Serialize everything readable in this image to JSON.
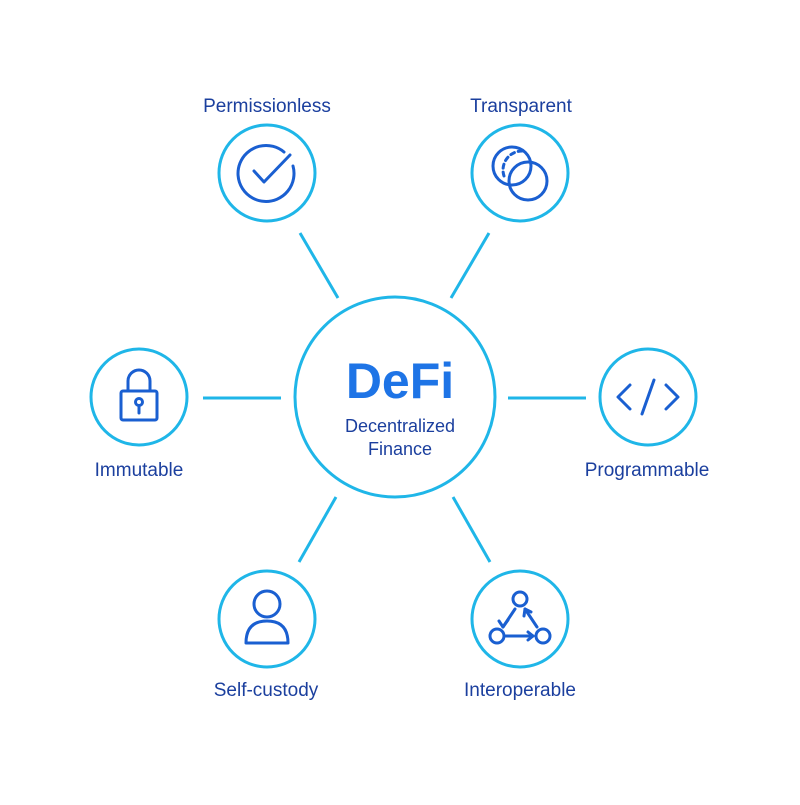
{
  "center": {
    "title": "DeFi",
    "subtitle_line1": "Decentralized",
    "subtitle_line2": "Finance"
  },
  "nodes": [
    {
      "id": "permissionless",
      "label": "Permissionless",
      "icon": "checkmark-icon"
    },
    {
      "id": "transparent",
      "label": "Transparent",
      "icon": "overlapping-circles-icon"
    },
    {
      "id": "programmable",
      "label": "Programmable",
      "icon": "code-brackets-icon"
    },
    {
      "id": "interoperable",
      "label": "Interoperable",
      "icon": "triangle-network-icon"
    },
    {
      "id": "self-custody",
      "label": "Self-custody",
      "icon": "user-icon"
    },
    {
      "id": "immutable",
      "label": "Immutable",
      "icon": "padlock-icon"
    }
  ],
  "colors": {
    "ring": "#1fb6e8",
    "icon": "#1a5fd1",
    "label": "#1b3f9e",
    "title": "#1e74e6"
  }
}
